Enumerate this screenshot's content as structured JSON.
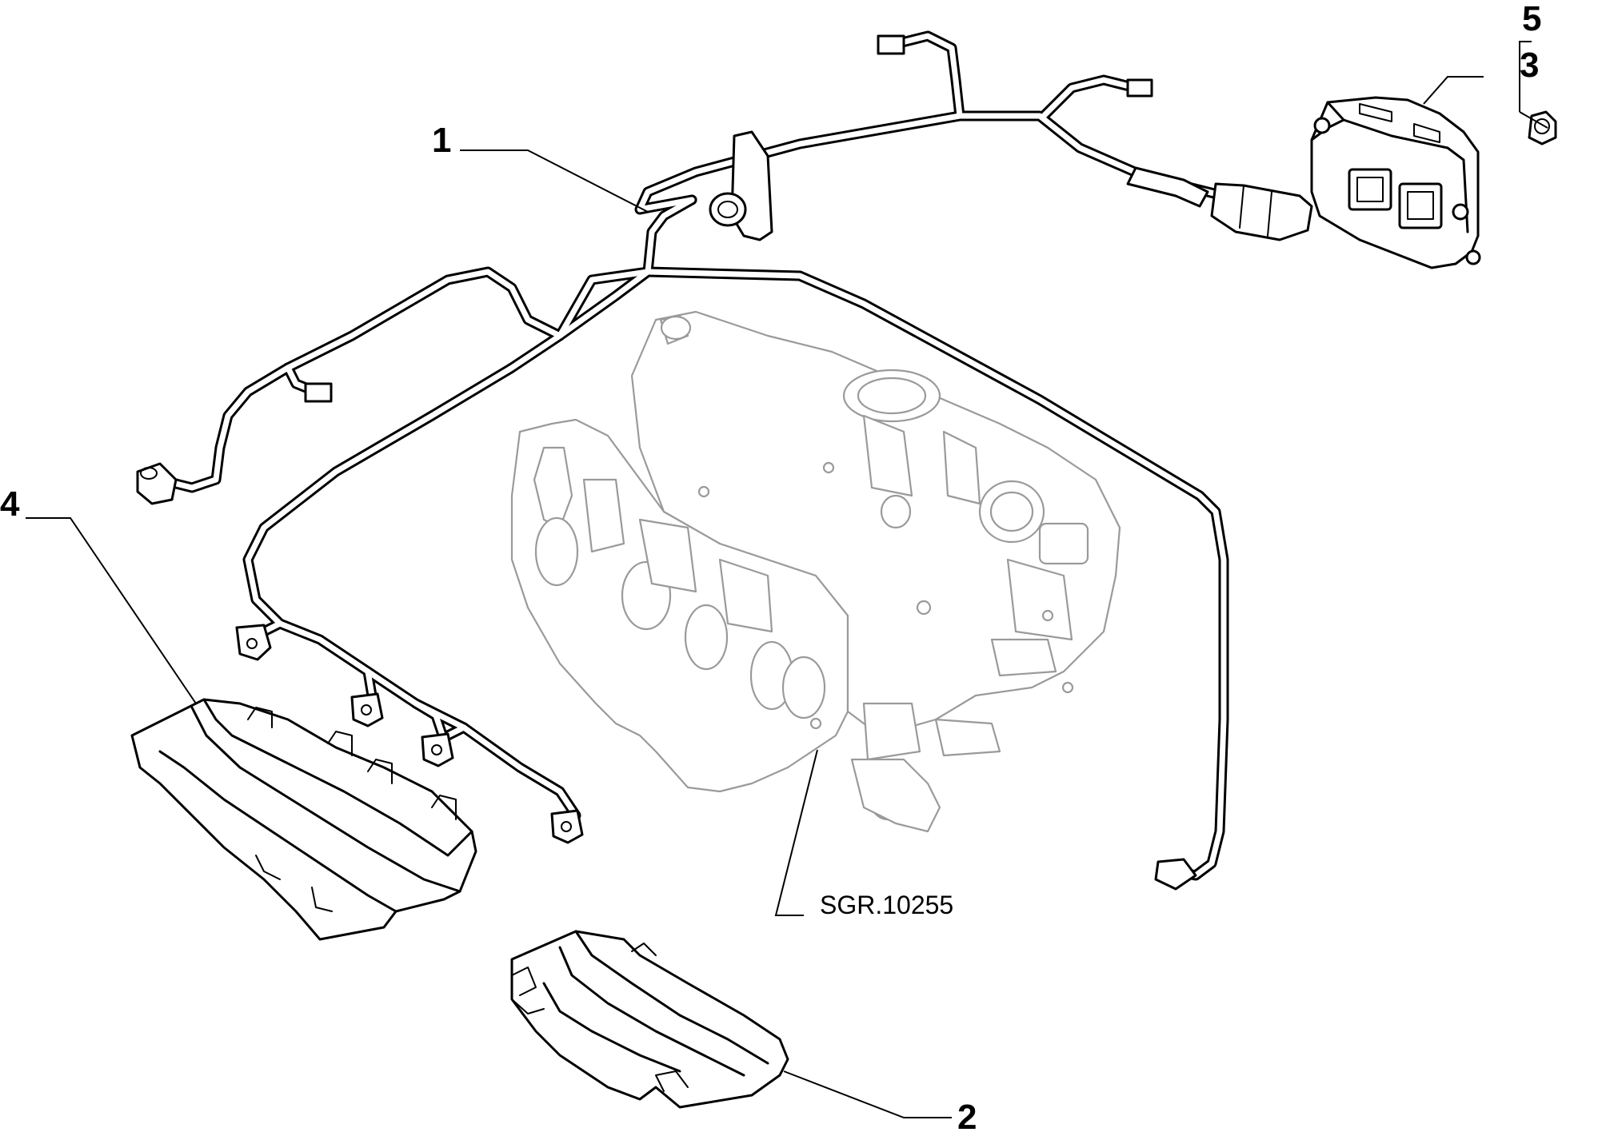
{
  "diagram": {
    "callouts": [
      {
        "id": "1",
        "label": "1"
      },
      {
        "id": "2",
        "label": "2"
      },
      {
        "id": "3",
        "label": "3"
      },
      {
        "id": "4",
        "label": "4"
      },
      {
        "id": "5",
        "label": "5"
      }
    ],
    "reference_code": "SGR.10255"
  }
}
